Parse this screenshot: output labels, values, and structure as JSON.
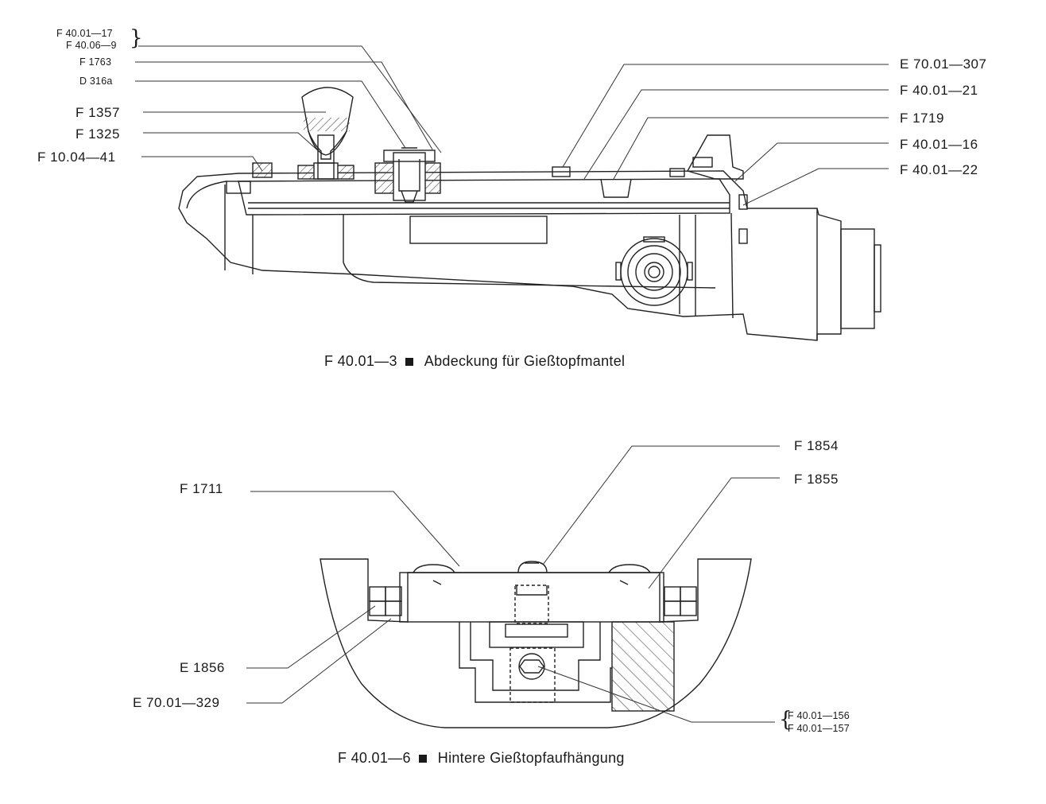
{
  "figure1": {
    "caption_id": "F 40.01—3",
    "caption_text": "Abdeckung für Gießtopfmantel",
    "labels_left": [
      "F 40.01—17",
      "F 40.06—9",
      "F 1763",
      "D 316a",
      "F 1357",
      "F 1325",
      "F 10.04—41"
    ],
    "labels_right": [
      "E 70.01—307",
      "F 40.01—21",
      "F 1719",
      "F 40.01—16",
      "F 40.01—22"
    ]
  },
  "figure2": {
    "caption_id": "F 40.01—6",
    "caption_text": "Hintere Gießtopfaufhängung",
    "labels_top": [
      "F 1711",
      "F 1854",
      "F 1855"
    ],
    "labels_bottom_left": [
      "E 1856",
      "E 70.01—329"
    ],
    "labels_bottom_right": [
      "F 40.01—156",
      "F 40.01—157"
    ]
  }
}
